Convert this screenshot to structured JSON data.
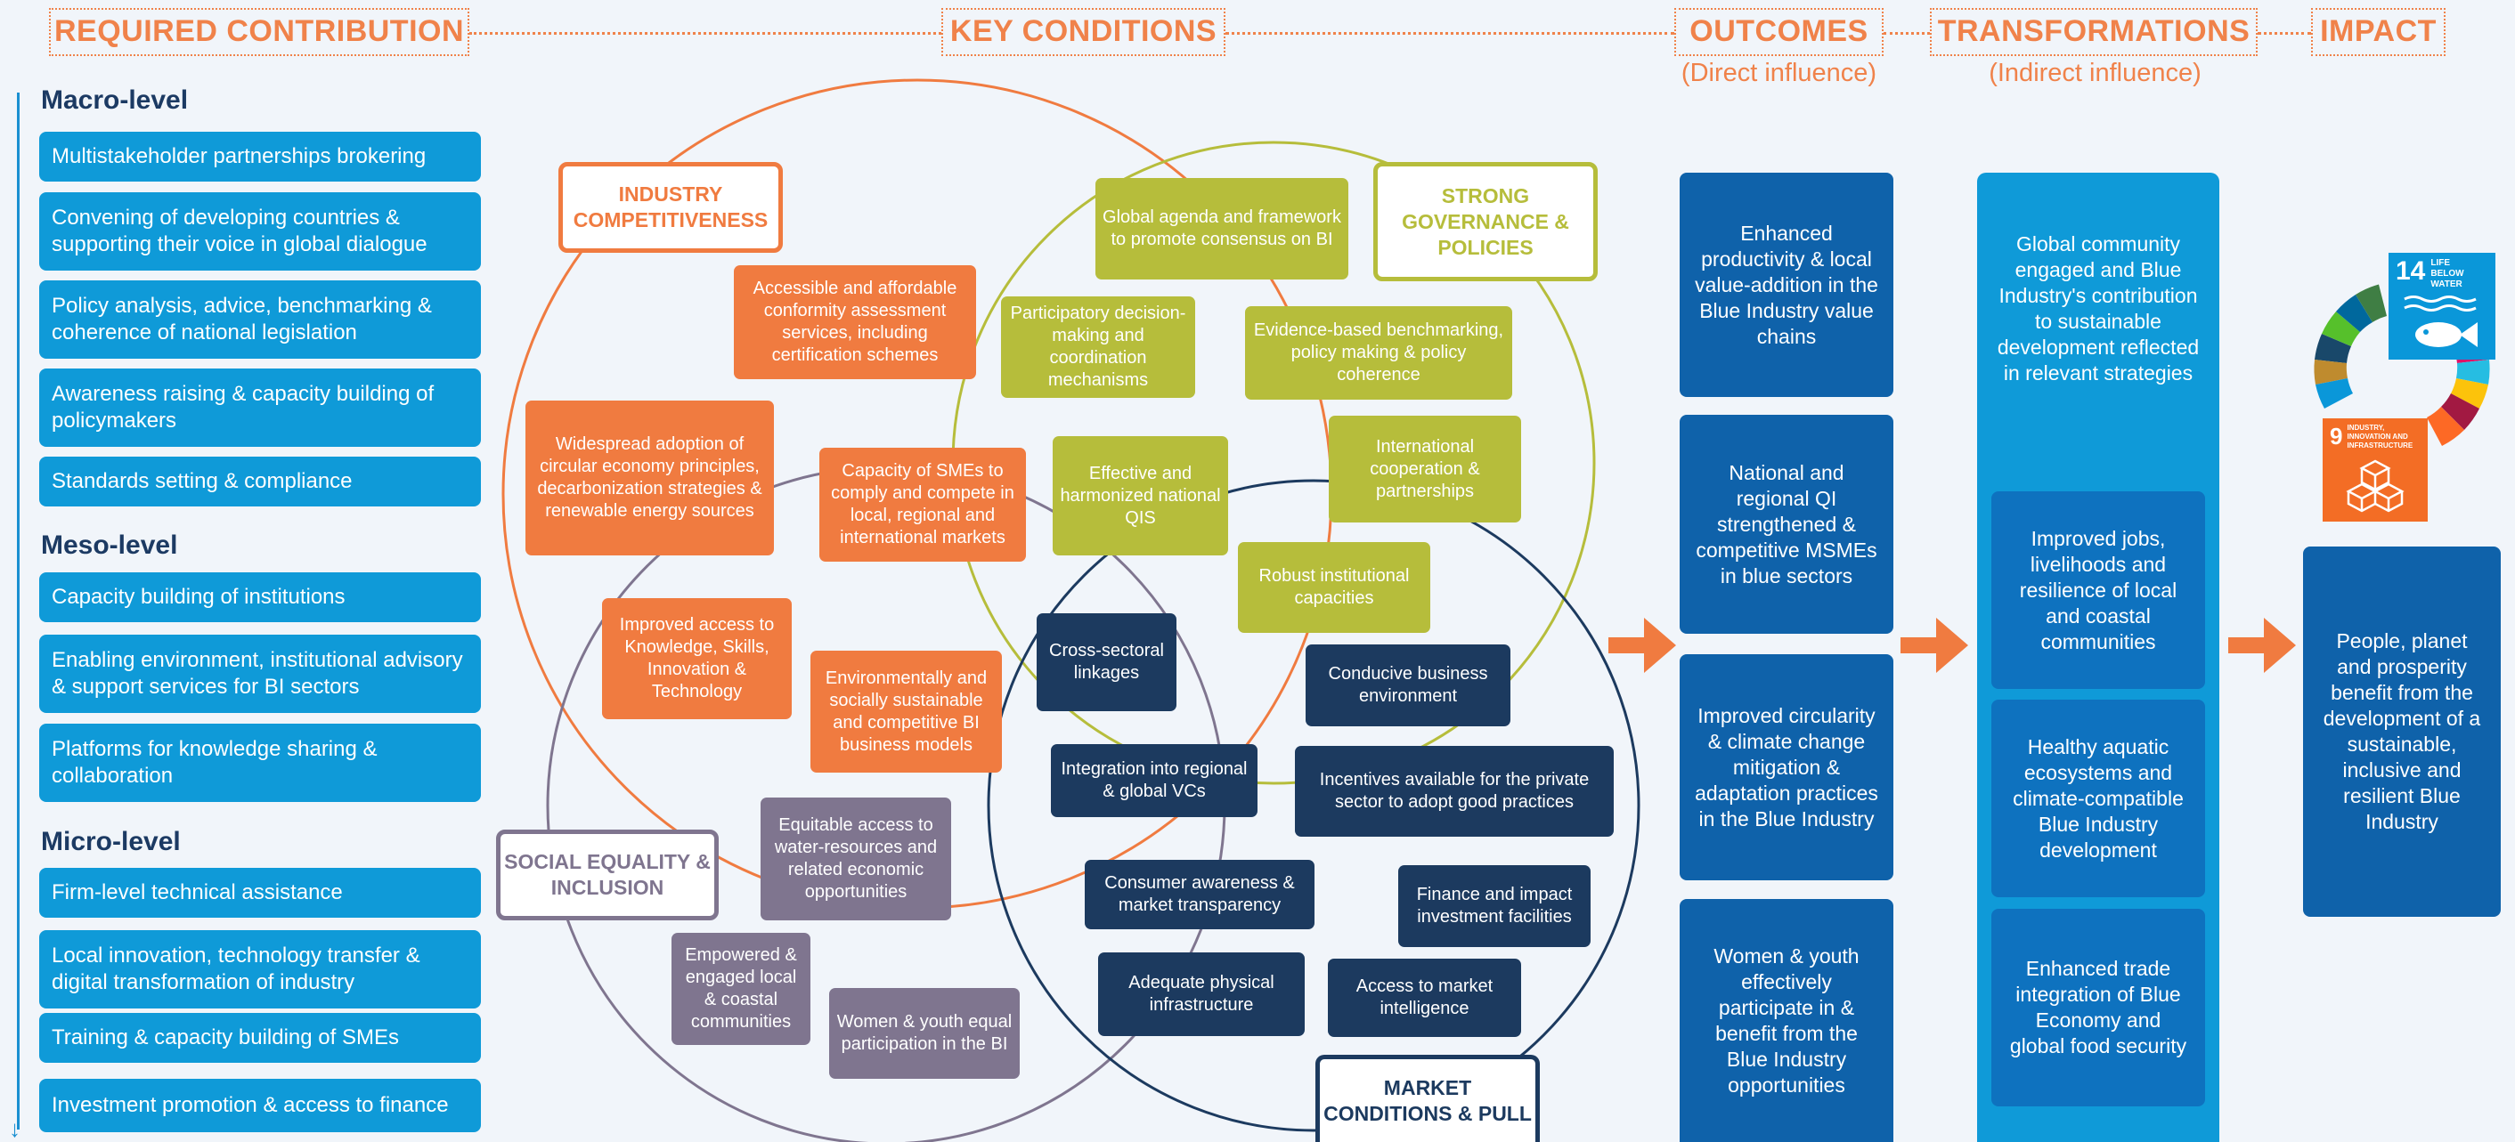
{
  "headers": {
    "required": "REQUIRED CONTRIBUTION",
    "conditions": "KEY CONDITIONS",
    "outcomes": "OUTCOMES",
    "outcomes_sub": "(Direct influence)",
    "transformations": "TRANSFORMATIONS",
    "transformations_sub": "(Indirect influence)",
    "impact": "IMPACT"
  },
  "left": {
    "macro_title": "Macro-level",
    "macro": [
      "Multistakeholder partnerships brokering",
      "Convening of developing countries & supporting their voice in global dialogue",
      "Policy analysis, advice, benchmarking & coherence of national legislation",
      "Awareness raising & capacity building of policymakers",
      "Standards setting & compliance"
    ],
    "meso_title": "Meso-level",
    "meso": [
      "Capacity building of institutions",
      "Enabling environment, institutional advisory & support services for BI sectors",
      "Platforms for knowledge sharing & collaboration"
    ],
    "micro_title": "Micro-level",
    "micro": [
      "Firm-level technical assistance",
      "Local innovation, technology transfer & digital transformation of industry",
      "Training & capacity building of SMEs",
      "Investment promotion & access to finance"
    ]
  },
  "circles": {
    "industry": "INDUSTRY COMPETITIVENESS",
    "governance": "STRONG GOVERNANCE & POLICIES",
    "social": "SOCIAL EQUALITY & INCLUSION",
    "market": "MARKET CONDITIONS & PULL"
  },
  "conditions": {
    "conformity": "Accessible and affordable conformity assessment services, including certification schemes",
    "circular": "Widespread adoption of circular economy principles, decarbonization strategies & renewable energy sources",
    "sme_capacity": "Capacity of SMEs to comply and compete in local, regional and international markets",
    "knowledge": "Improved access to Knowledge, Skills, Innovation & Technology",
    "sustainable_models": "Environmentally and socially sustainable and competitive BI business models",
    "global_agenda": "Global agenda and framework to promote consensus on BI",
    "participatory": "Participatory decision-making and coordination mechanisms",
    "evidence": "Evidence-based benchmarking, policy making & policy coherence",
    "qis": "Effective and harmonized national QIS",
    "international": "International cooperation & partnerships",
    "robust": "Robust institutional capacities",
    "cross_sectoral": "Cross-sectoral linkages",
    "conducive": "Conducive business environment",
    "integration": "Integration into regional & global VCs",
    "incentives": "Incentives available for the private sector to adopt good practices",
    "consumer": "Consumer awareness & market transparency",
    "finance": "Finance and impact investment facilities",
    "infrastructure": "Adequate physical infrastructure",
    "market_intel": "Access to market intelligence",
    "water": "Equitable access to water-resources and related economic opportunities",
    "empowered": "Empowered & engaged local & coastal communities",
    "women_youth": "Women & youth equal participation in the BI"
  },
  "outcomes": [
    "Enhanced productivity & local value-addition in the Blue Industry value chains",
    "National and regional QI strengthened & competitive MSMEs in blue sectors",
    "Improved circularity & climate change mitigation & adaptation practices in the Blue Industry",
    "Women & youth effectively participate in & benefit from the Blue Industry opportunities"
  ],
  "transformations": {
    "top": "Global community engaged and Blue Industry's contribution to sustainable development reflected in relevant strategies",
    "items": [
      "Improved jobs, livelihoods and resilience of local and coastal communities",
      "Healthy aquatic ecosystems and climate-compatible Blue Industry development",
      "Enhanced trade integration of Blue Economy and global food security"
    ]
  },
  "impact": "People, planet and prosperity benefit from the development of a sustainable, inclusive and resilient Blue Industry",
  "sdg": {
    "sdg14_number": "14",
    "sdg14_label": "LIFE BELOW WATER",
    "sdg9_number": "9",
    "sdg9_label": "INDUSTRY, INNOVATION AND INFRASTRUCTURE"
  },
  "colors": {
    "accent_orange": "#f07b40",
    "governance_green": "#b6bd3b",
    "market_navy": "#1c3a5f",
    "social_purple": "#7f758f",
    "blue_light": "#0f9ad8",
    "blue_dark": "#0f62aa"
  }
}
